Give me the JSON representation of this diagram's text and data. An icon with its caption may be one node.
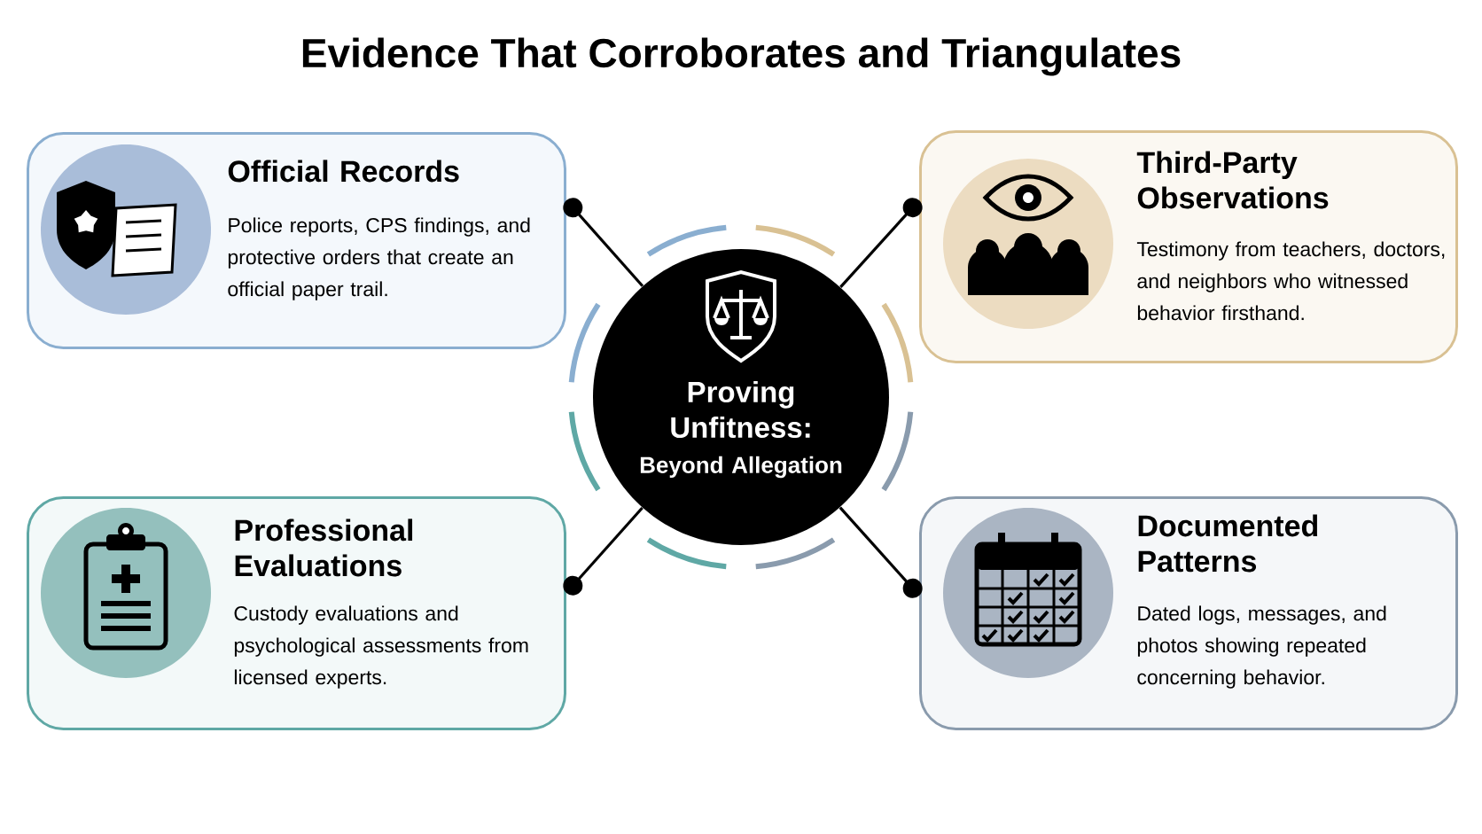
{
  "diagram": {
    "title": "Evidence That Corroborates and Triangulates",
    "nodes": [
      {
        "text": [
          "Proving Unfitness:",
          "Beyond Allegation"
        ]
      },
      {
        "text": [
          "Official Records",
          "Police reports, CPS findings, and protective orders that create an official paper trail."
        ]
      },
      {
        "text": [
          "Third-Party Observations",
          "Testimony from teachers, doctors, and neighbors who witnessed behavior firsthand."
        ]
      },
      {
        "text": [
          "Professional Evaluations",
          "Custody evaluations and psychological assessments from licensed experts."
        ]
      },
      {
        "text": [
          "Documented Patterns",
          "Dated logs, messages, and photos showing repeated concerning behavior."
        ]
      }
    ],
    "edges": [
      {
        "from": 0,
        "to": 1,
        "arrow": "other"
      },
      {
        "from": 0,
        "to": 2,
        "arrow": "other"
      },
      {
        "from": 0,
        "to": 3,
        "arrow": "other"
      },
      {
        "from": 0,
        "to": 4,
        "arrow": "other"
      }
    ]
  }
}
